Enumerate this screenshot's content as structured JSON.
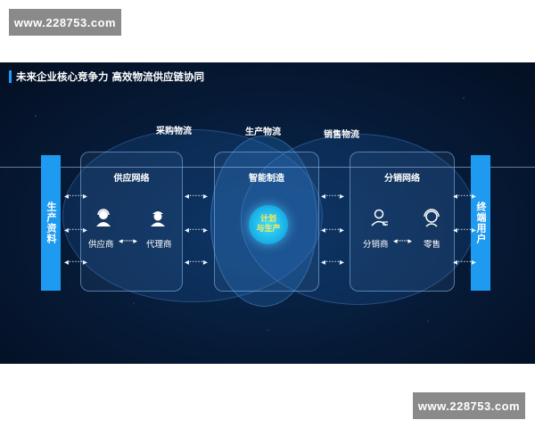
{
  "watermarks": {
    "top": "www.228753.com",
    "bottom": "www.228753.com"
  },
  "slide": {
    "title": "未来企业核心竞争力 高效物流供应链协同",
    "flows": {
      "procurement": "采购物流",
      "production": "生产物流",
      "sales": "销售物流"
    },
    "side_left": "生产资料",
    "side_right": "终端用户",
    "boxes": {
      "supply": {
        "title": "供应网络",
        "left_node": "供应商",
        "right_node": "代理商"
      },
      "mfg": {
        "title": "智能制造",
        "center_line1": "计划",
        "center_line2": "与生产"
      },
      "dist": {
        "title": "分销网络",
        "left_node": "分销商",
        "right_node": "零售"
      }
    },
    "arrow_glyph": "◂·····▸",
    "dash_arrow_glyph": "◂·······▸",
    "colors": {
      "accent": "#1e9bf0",
      "plan_circle": "#1bb4e8",
      "plan_text": "#ffe94d"
    }
  }
}
